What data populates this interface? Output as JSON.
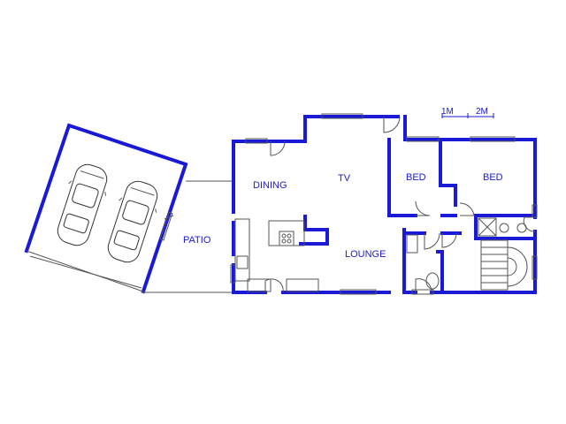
{
  "rooms": {
    "dining": "DINING",
    "tv": "TV",
    "bed1": "BED",
    "bed2": "BED",
    "patio": "PATIO",
    "lounge": "LOUNGE"
  },
  "scale": {
    "one": "1M",
    "two": "2M"
  },
  "colors": {
    "wall": "#1a1ad6",
    "fixture": "#555555"
  }
}
